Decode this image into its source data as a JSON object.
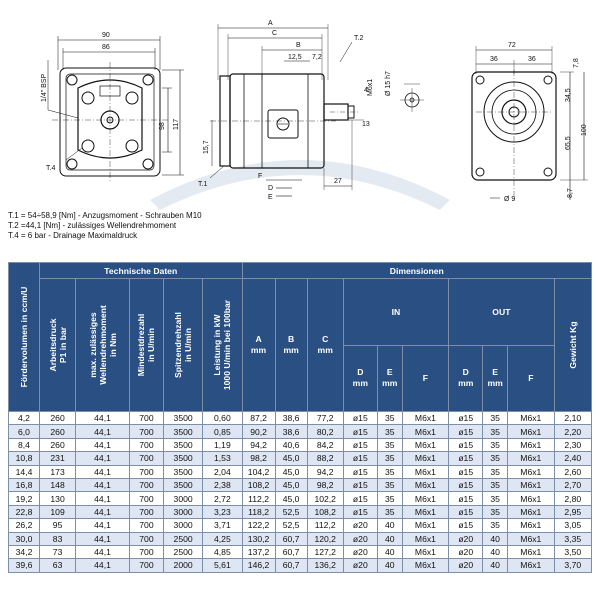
{
  "drawing": {
    "front": {
      "dims": [
        "90",
        "86",
        "98",
        "117",
        "1/4\" BSP",
        "T.4"
      ]
    },
    "side": {
      "dims": [
        "A",
        "C",
        "B",
        "12,5",
        "7,2",
        "T.2",
        "M6x1",
        "Ø 15 h7",
        "4",
        "13",
        "15,7",
        "T.1",
        "F",
        "D",
        "E",
        "27"
      ]
    },
    "rear": {
      "dims": [
        "72",
        "36",
        "36",
        "7,8",
        "34,5",
        "65,5",
        "100",
        "8,7",
        "Ø 9"
      ]
    }
  },
  "notes": [
    "T.1 = 54÷58,9 [Nm] - Anzugsmoment - Schrauben M10",
    "T.2 =44,1 [Nm] - zulässiges Wellendrehmoment",
    "T.4 = 6 bar - Drainage Maximaldruck"
  ],
  "table": {
    "group_technical": "Technische Daten",
    "group_dimensions": "Dimensionen",
    "group_in": "IN",
    "group_out": "OUT",
    "col_volume": "Fördervolumen in ccm/U",
    "col_pressure_1": "Arbeitsdruck",
    "col_pressure_2": "P1 in bar",
    "col_torque_1": "max. zulässiges",
    "col_torque_2": "Wellendrehmoment",
    "col_torque_3": "in Nm",
    "col_minspeed_1": "Mindestdrezahl",
    "col_minspeed_2": "in U/min",
    "col_maxspeed_1": "Spitzendrehzahl",
    "col_maxspeed_2": "in U/min",
    "col_power_1": "Leistung in kW",
    "col_power_2": "1000 U/min bei 100bar",
    "col_A": "A",
    "col_B": "B",
    "col_C": "C",
    "col_D": "D",
    "col_E": "E",
    "col_F": "F",
    "unit_mm": "mm",
    "col_weight": "Gewicht  Kg",
    "rows": [
      [
        "4,2",
        "260",
        "44,1",
        "700",
        "3500",
        "0,60",
        "87,2",
        "38,6",
        "77,2",
        "ø15",
        "35",
        "M6x1",
        "ø15",
        "35",
        "M6x1",
        "2,10"
      ],
      [
        "6,0",
        "260",
        "44,1",
        "700",
        "3500",
        "0,85",
        "90,2",
        "38,6",
        "80,2",
        "ø15",
        "35",
        "M6x1",
        "ø15",
        "35",
        "M6x1",
        "2,20"
      ],
      [
        "8,4",
        "260",
        "44,1",
        "700",
        "3500",
        "1,19",
        "94,2",
        "40,6",
        "84,2",
        "ø15",
        "35",
        "M6x1",
        "ø15",
        "35",
        "M6x1",
        "2,30"
      ],
      [
        "10,8",
        "231",
        "44,1",
        "700",
        "3500",
        "1,53",
        "98,2",
        "45,0",
        "88,2",
        "ø15",
        "35",
        "M6x1",
        "ø15",
        "35",
        "M6x1",
        "2,40"
      ],
      [
        "14,4",
        "173",
        "44,1",
        "700",
        "3500",
        "2,04",
        "104,2",
        "45,0",
        "94,2",
        "ø15",
        "35",
        "M6x1",
        "ø15",
        "35",
        "M6x1",
        "2,60"
      ],
      [
        "16,8",
        "148",
        "44,1",
        "700",
        "3500",
        "2,38",
        "108,2",
        "45,0",
        "98,2",
        "ø15",
        "35",
        "M6x1",
        "ø15",
        "35",
        "M6x1",
        "2,70"
      ],
      [
        "19,2",
        "130",
        "44,1",
        "700",
        "3000",
        "2,72",
        "112,2",
        "45,0",
        "102,2",
        "ø15",
        "35",
        "M6x1",
        "ø15",
        "35",
        "M6x1",
        "2,80"
      ],
      [
        "22,8",
        "109",
        "44,1",
        "700",
        "3000",
        "3,23",
        "118,2",
        "52,5",
        "108,2",
        "ø15",
        "35",
        "M6x1",
        "ø15",
        "35",
        "M6x1",
        "2,95"
      ],
      [
        "26,2",
        "95",
        "44,1",
        "700",
        "3000",
        "3,71",
        "122,2",
        "52,5",
        "112,2",
        "ø20",
        "40",
        "M6x1",
        "ø15",
        "35",
        "M6x1",
        "3,05"
      ],
      [
        "30,0",
        "83",
        "44,1",
        "700",
        "2500",
        "4,25",
        "130,2",
        "60,7",
        "120,2",
        "ø20",
        "40",
        "M6x1",
        "ø20",
        "40",
        "M6x1",
        "3,35"
      ],
      [
        "34,2",
        "73",
        "44,1",
        "700",
        "2500",
        "4,85",
        "137,2",
        "60,7",
        "127,2",
        "ø20",
        "40",
        "M6x1",
        "ø20",
        "40",
        "M6x1",
        "3,50"
      ],
      [
        "39,6",
        "63",
        "44,1",
        "700",
        "2000",
        "5,61",
        "146,2",
        "60,7",
        "136,2",
        "ø20",
        "40",
        "M6x1",
        "ø20",
        "40",
        "M6x1",
        "3,70"
      ]
    ]
  }
}
